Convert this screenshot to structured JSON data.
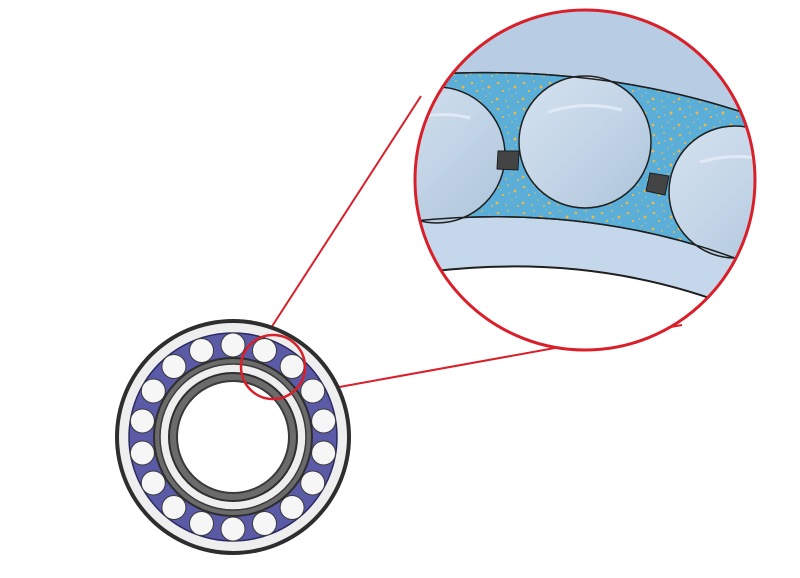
{
  "diagram": {
    "subject": "spherical-roller-bearing-lubrication-detail",
    "colors": {
      "background": "#ffffff",
      "callout": "#d9202a",
      "ring_outer_edge": "#2e2e2e",
      "ring_body": "#6b6b6b",
      "ring_light": "#eeeeee",
      "cage_fill": "#5a5aa6",
      "roller": "#f6f6f6",
      "zoom_background": "#b8cde3",
      "grease": "#5aaed8",
      "grease_speck": "#e8b94a",
      "raceway_light": "#dfe7ef",
      "separator": "#444444"
    },
    "bearing": {
      "roller_count": 18
    },
    "zoom": {
      "roller_count": 3
    }
  }
}
